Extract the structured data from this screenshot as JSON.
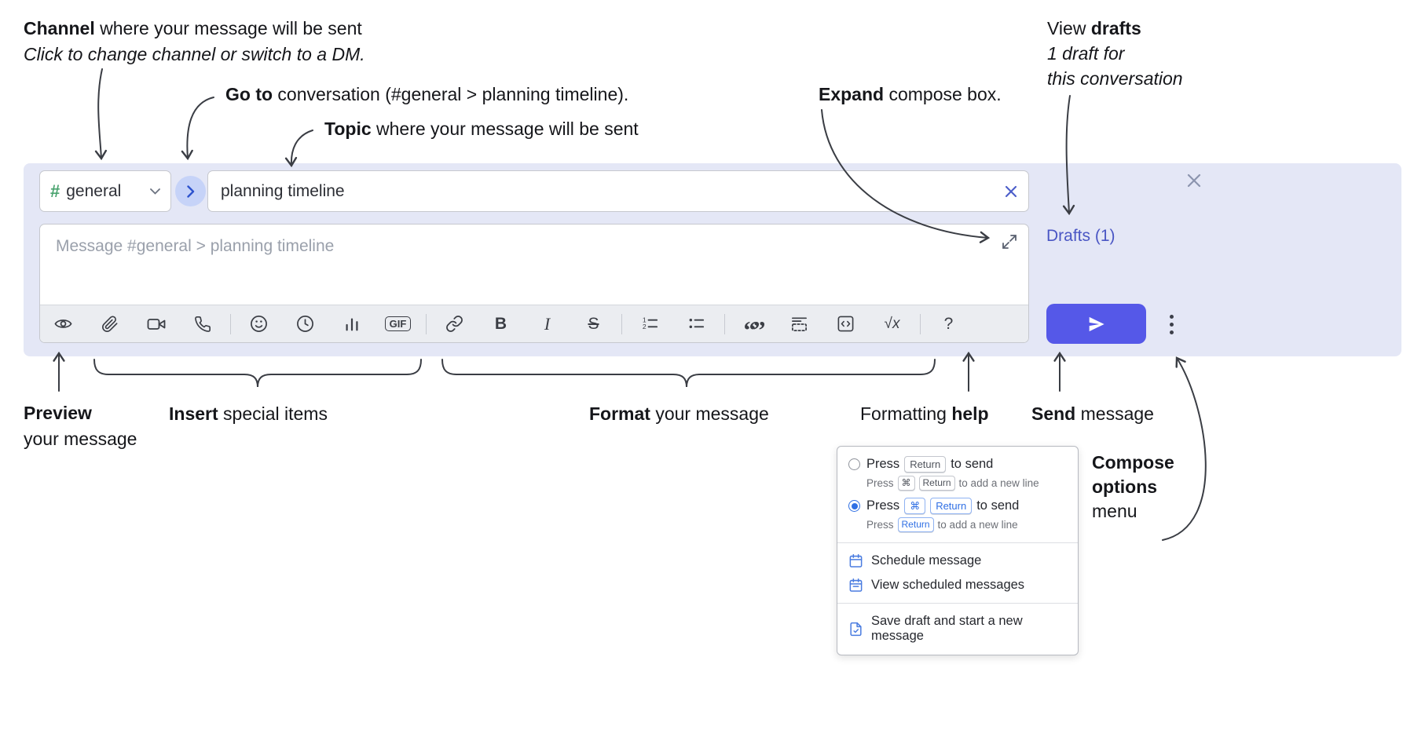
{
  "annotations": {
    "channel": {
      "bold": "Channel",
      "rest": " where your message will be sent",
      "line2": "Click to change channel or switch to a DM."
    },
    "goto": {
      "bold": "Go to",
      "rest": " conversation (#general > planning timeline)."
    },
    "topic": {
      "bold": "Topic",
      "rest": " where your message will be sent"
    },
    "expand": {
      "bold": "Expand",
      "rest": " compose box."
    },
    "view_drafts": {
      "pre": "View ",
      "bold": "drafts",
      "line2": "1 draft for",
      "line3": "this conversation"
    },
    "preview": {
      "bold": "Preview",
      "line2": "your message"
    },
    "insert": {
      "bold": "Insert",
      "rest": " special items"
    },
    "format": {
      "bold": "Format",
      "rest": " your message"
    },
    "help": {
      "pre": "Formatting ",
      "bold": "help"
    },
    "send": {
      "bold": "Send",
      "rest": " message"
    },
    "compose_options": {
      "bold_line1": "Compose",
      "bold_line2": "options",
      "line3": "menu"
    }
  },
  "composebox": {
    "channel_selector": {
      "hash": "#",
      "label": "general"
    },
    "topic": {
      "value": "planning timeline"
    },
    "message": {
      "placeholder": "Message #general > planning timeline"
    },
    "drafts_link": "Drafts (1)",
    "toolbar": {
      "icons": [
        "preview",
        "attach-file",
        "start-video-call",
        "start-voice-call",
        "emoji",
        "add-global-time",
        "add-poll",
        "add-gif",
        "link",
        "bold",
        "italic",
        "strikethrough",
        "numbered-list",
        "bulleted-list",
        "quote",
        "spoiler",
        "code",
        "math",
        "help"
      ],
      "gif_label": "GIF",
      "bold_label": "B",
      "italic_label": "I",
      "strike_label": "S",
      "quote_label": "“”",
      "math_label": "√x",
      "help_label": "?"
    }
  },
  "menu": {
    "send_options": [
      {
        "selected": false,
        "line": {
          "press": "Press",
          "kbd": "Return",
          "after": "to send"
        },
        "subline": {
          "press": "Press",
          "kbd1": "⌘",
          "kbd2": "Return",
          "after": "to add a new line"
        }
      },
      {
        "selected": true,
        "line": {
          "press": "Press",
          "kbd1": "⌘",
          "kbd2": "Return",
          "after": "to send"
        },
        "subline": {
          "press": "Press",
          "kbd": "Return",
          "after": "to add a new line"
        }
      }
    ],
    "items": [
      {
        "icon": "calendar",
        "label": "Schedule message"
      },
      {
        "icon": "calendar",
        "label": "View scheduled messages"
      },
      {
        "icon": "save-draft",
        "label": "Save draft and start a new message"
      }
    ]
  },
  "colors": {
    "compose_bg": "#e4e7f6",
    "send_button": "#5558e8",
    "drafts_link": "#4a56c4",
    "channel_hash_green": "#4aa36f",
    "menu_selected_blue": "#2f6fe4",
    "annotation_ink": "#15161a"
  }
}
